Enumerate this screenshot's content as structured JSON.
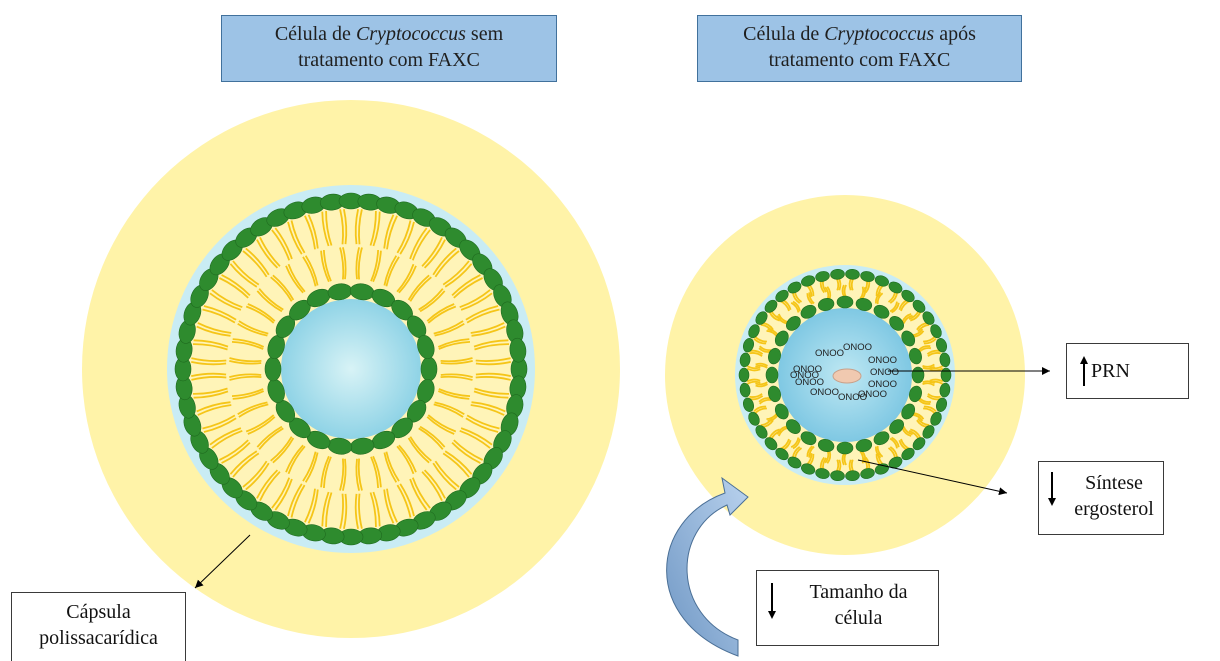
{
  "header_left": {
    "prefix": "Célula de ",
    "italic": "Cryptococcus",
    "suffix": " sem",
    "line2": "tratamento com FAXC"
  },
  "header_right": {
    "prefix": "Célula de ",
    "italic": "Cryptococcus",
    "suffix": " após",
    "line2": "tratamento com FAXC"
  },
  "labels": {
    "capsule_line1": "Cápsula",
    "capsule_line2": "polissacarídica",
    "prn": "PRN",
    "ergosterol_line1": "Síntese",
    "ergosterol_line2": "ergosterol",
    "size_line1": "Tamanho da",
    "size_line2": "célula",
    "onoo": "ONOO"
  },
  "colors": {
    "capsule": "#fff3a8",
    "cytoplasm": "#c9ecf4",
    "membrane_head": "#2e8b2e",
    "lipid_tail": "#f5c518",
    "header_fill": "#9dc3e6",
    "curved_arrow": "#8fb4d9"
  }
}
